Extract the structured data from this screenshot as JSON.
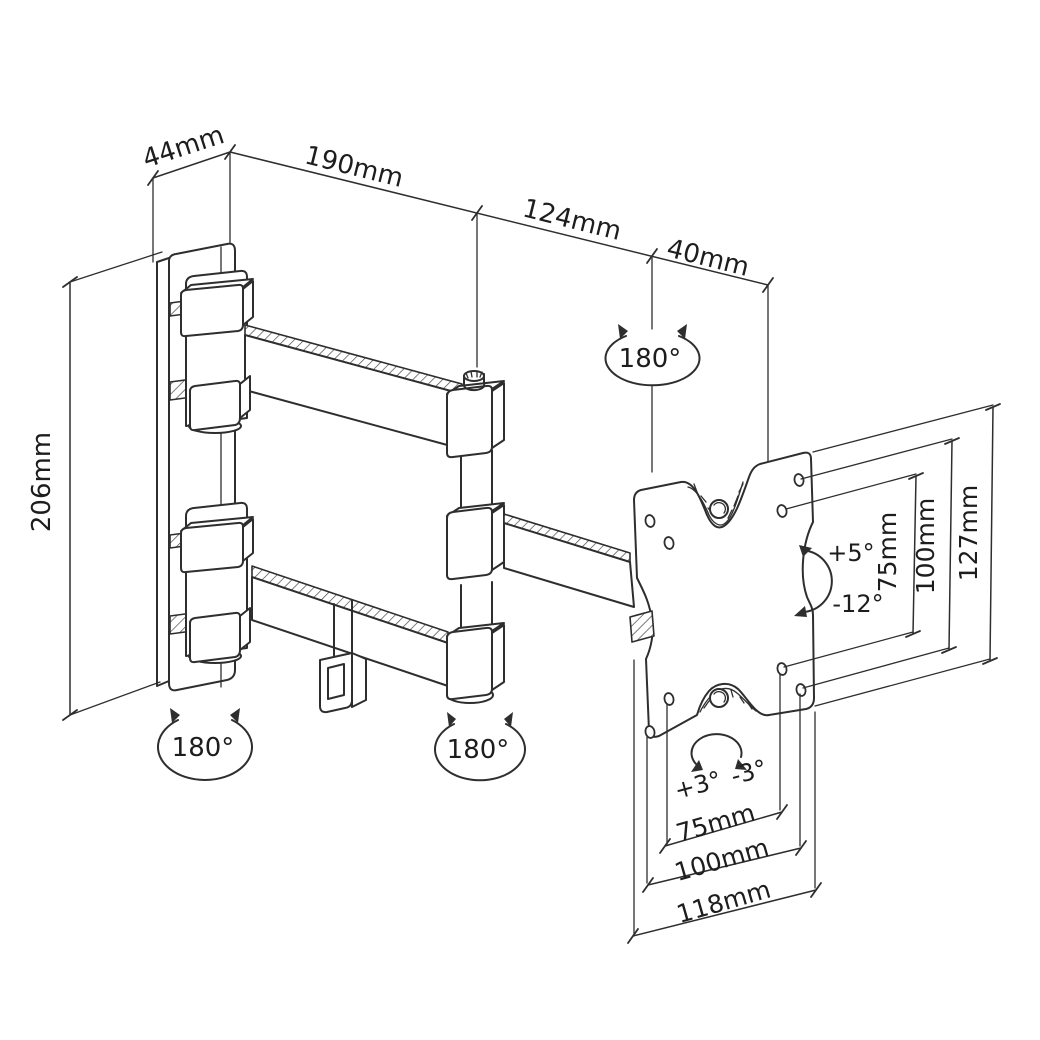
{
  "colors": {
    "background": "#ffffff",
    "line": "#2e2e2e",
    "text": "#1d1d1d"
  },
  "labels": {
    "wall_depth": "44mm",
    "arm1_length": "190mm",
    "arm2_length": "124mm",
    "head_depth": "40mm",
    "plate_height": "206mm",
    "rotation_top": "180°",
    "rotation_bottom_left": "180°",
    "rotation_bottom_right": "180°",
    "tilt_up": "+5°",
    "tilt_down": "-12°",
    "swivel_plus": "+3°",
    "swivel_minus": "-3°",
    "vesa_vertical_75": "75mm",
    "vesa_vertical_100": "100mm",
    "vesa_vertical_127": "127mm",
    "vesa_horizontal_75": "75mm",
    "vesa_horizontal_100": "100mm",
    "vesa_horizontal_118": "118mm"
  }
}
